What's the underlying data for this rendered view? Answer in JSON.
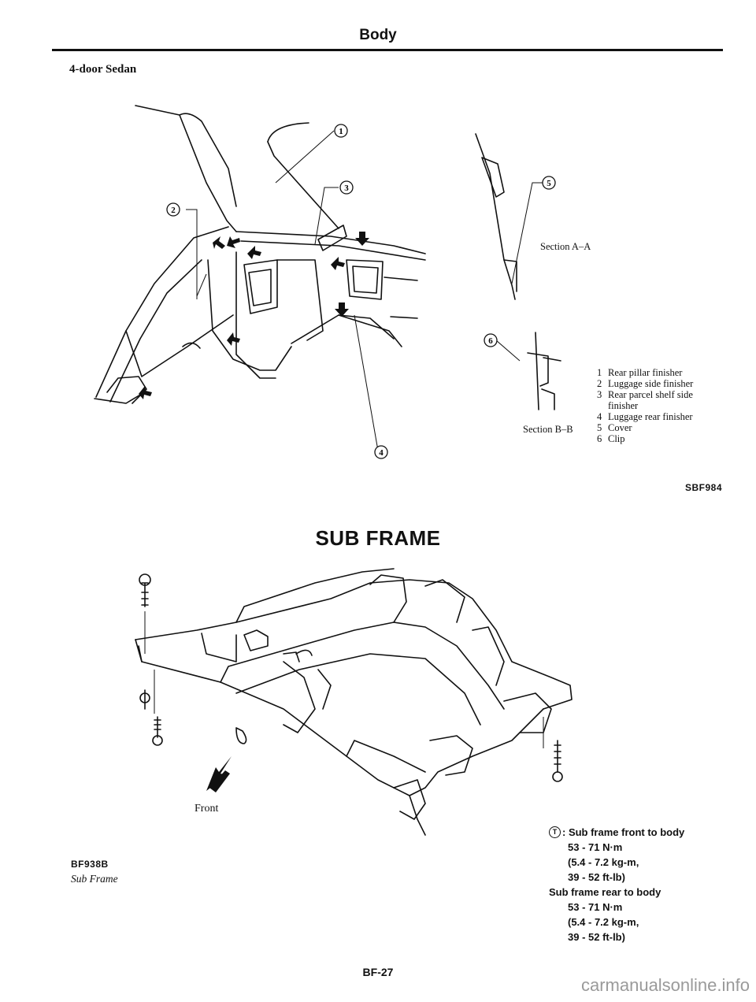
{
  "header": {
    "title": "Body"
  },
  "trunk_section": {
    "label": "4-door Sedan",
    "figure_code": "SBF984",
    "callouts": [
      "1",
      "2",
      "3",
      "4",
      "5",
      "6"
    ],
    "section_a": "Section A–A",
    "section_b": "Section B–B",
    "legend": [
      {
        "num": "1",
        "text": "Rear pillar finisher"
      },
      {
        "num": "2",
        "text": "Luggage side finisher"
      },
      {
        "num": "3",
        "text": "Rear parcel shelf side finisher"
      },
      {
        "num": "4",
        "text": "Luggage rear finisher"
      },
      {
        "num": "5",
        "text": "Cover"
      },
      {
        "num": "6",
        "text": "Clip"
      }
    ]
  },
  "sub_frame_section": {
    "title": "SUB FRAME",
    "figure_code": "BF938B",
    "caption": "Sub Frame",
    "front_label": "Front",
    "torque_symbol": "T",
    "torque_lines": [
      ": Sub frame front to body",
      "53 - 71 N·m",
      "(5.4 - 7.2 kg-m,",
      "39 - 52 ft-lb)",
      "Sub frame rear to body",
      "53 - 71 N·m",
      "(5.4 - 7.2 kg-m,",
      "39 - 52 ft-lb)"
    ]
  },
  "footer": {
    "page_number": "BF-27",
    "watermark": "carmanualsonline.info"
  }
}
